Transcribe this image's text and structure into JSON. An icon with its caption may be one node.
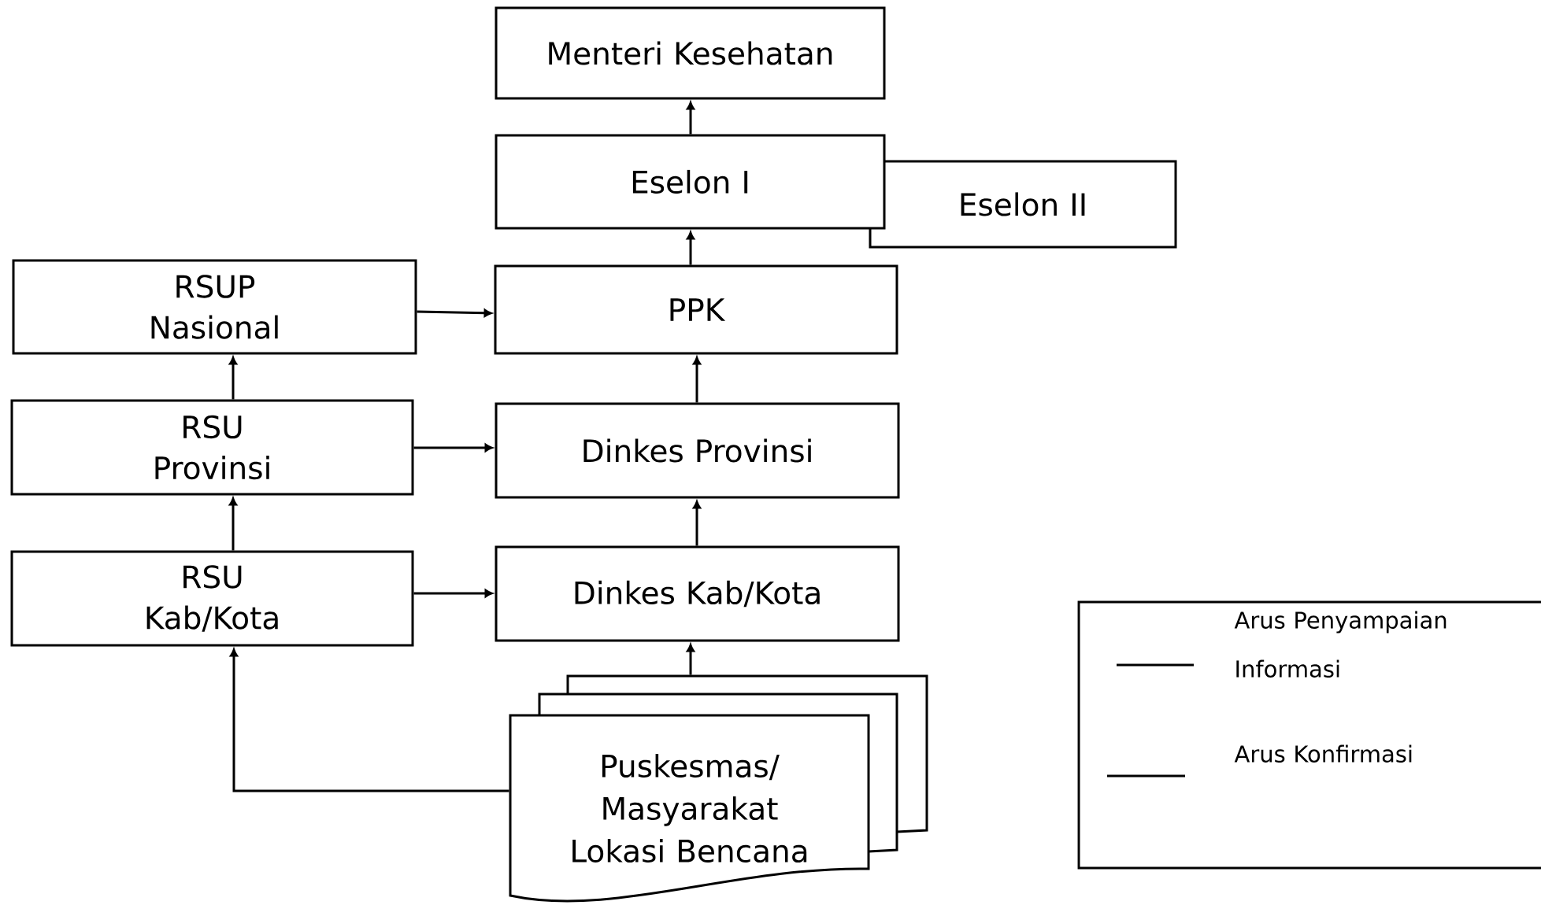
{
  "diagram": {
    "nodes": [
      {
        "text": [
          "Menteri Kesehatan"
        ]
      },
      {
        "text": [
          "Eselon I"
        ]
      },
      {
        "text": [
          "Eselon II"
        ]
      },
      {
        "text": [
          "RSUP Nasional"
        ]
      },
      {
        "text": [
          "PPK"
        ]
      },
      {
        "text": [
          "RSU Provinsi"
        ]
      },
      {
        "text": [
          "Dinkes Provinsi"
        ]
      },
      {
        "text": [
          "RSU Kab/Kota"
        ]
      },
      {
        "text": [
          "Dinkes Kab/Kota"
        ]
      },
      {
        "text": [
          "Puskesmas/ Masyarakat Lokasi Bencana"
        ]
      }
    ],
    "edges": [
      {
        "from": 1,
        "to": 0,
        "arrow": "to"
      },
      {
        "from": 4,
        "to": 1,
        "arrow": "to"
      },
      {
        "from": 3,
        "to": 4,
        "arrow": "to"
      },
      {
        "from": 5,
        "to": 3,
        "arrow": "to"
      },
      {
        "from": 5,
        "to": 6,
        "arrow": "to"
      },
      {
        "from": 6,
        "to": 4,
        "arrow": "to"
      },
      {
        "from": 7,
        "to": 5,
        "arrow": "to"
      },
      {
        "from": 7,
        "to": 8,
        "arrow": "to"
      },
      {
        "from": 8,
        "to": 6,
        "arrow": "to"
      },
      {
        "from": 9,
        "to": 8,
        "arrow": "to"
      },
      {
        "from": 9,
        "to": 7,
        "arrow": "to"
      }
    ],
    "legend": [
      {
        "text": "Arus Penyampaian Informasi"
      },
      {
        "text": "Arus Konfirmasi"
      }
    ]
  }
}
